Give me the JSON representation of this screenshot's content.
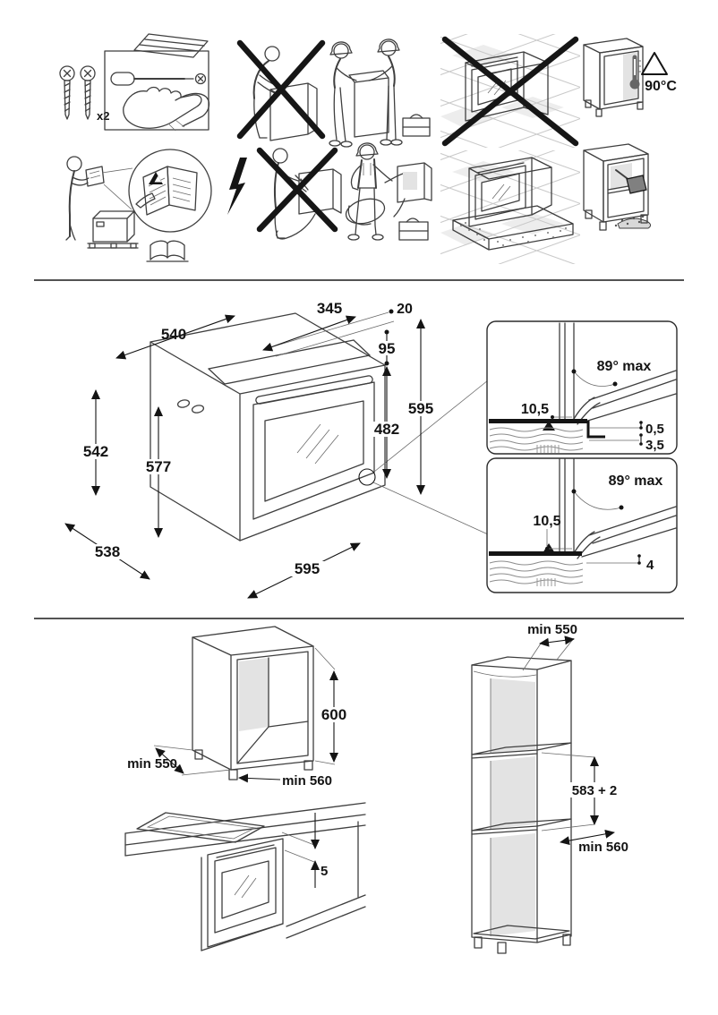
{
  "colors": {
    "line": "#3f3f3f",
    "ink": "#141414",
    "shade": "#e3e3e3",
    "tile": "#ededed"
  },
  "install_kit": {
    "screws_label": "x2"
  },
  "temperature_warning": {
    "value": "90°C"
  },
  "oven": {
    "top_width": "540",
    "top_depth": "345",
    "rear_offset": "20",
    "panel_height": "95",
    "front_height": "595",
    "door_height": "482",
    "rear_height": "542",
    "side_height": "577",
    "depth": "538",
    "front_width": "595"
  },
  "door_detail_upper": {
    "angle": "89° max",
    "pivot_offset": "10,5",
    "gap_top": "0,5",
    "gap_bottom": "3,5"
  },
  "door_detail_lower": {
    "angle": "89° max",
    "pivot_offset": "10,5",
    "gap": "4"
  },
  "base_cabinet": {
    "height": "600",
    "depth": "min 550",
    "width": "min 560"
  },
  "hob_clearance": {
    "gap": "5"
  },
  "tall_cabinet": {
    "top_depth": "min 550",
    "niche_height": "583 + 2",
    "shelf_depth": "min 560"
  }
}
